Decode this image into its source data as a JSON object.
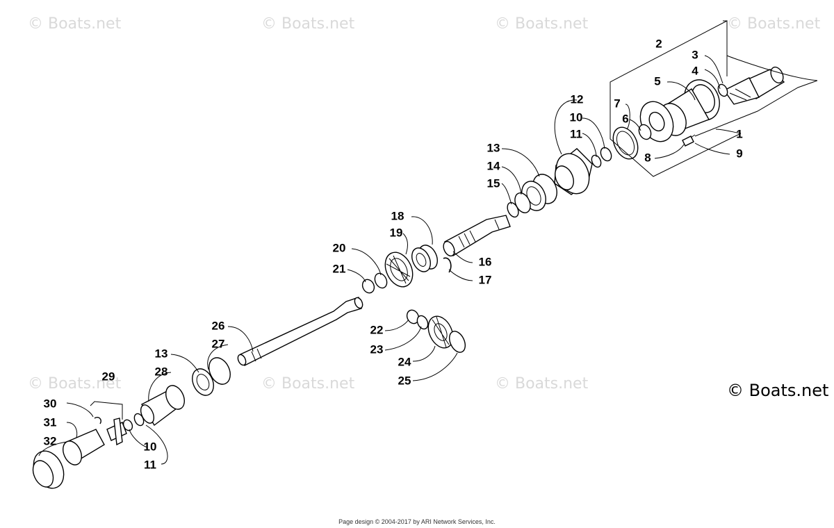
{
  "watermark": "© Boats.net",
  "copyright": "© Boats.net",
  "footer": "Page design © 2004-2017 by ARI Network Services, Inc.",
  "callouts": {
    "c1": "1",
    "c2": "2",
    "c3": "3",
    "c4": "4",
    "c5": "5",
    "c6": "6",
    "c7": "7",
    "c8": "8",
    "c9": "9",
    "c10a": "10",
    "c11a": "11",
    "c12": "12",
    "c13a": "13",
    "c14": "14",
    "c15": "15",
    "c16": "16",
    "c17": "17",
    "c18": "18",
    "c19": "19",
    "c20": "20",
    "c21": "21",
    "c22": "22",
    "c23": "23",
    "c24": "24",
    "c25": "25",
    "c26": "26",
    "c27": "27",
    "c13b": "13",
    "c28": "28",
    "c29": "29",
    "c30": "30",
    "c31": "31",
    "c32": "32",
    "c10b": "10",
    "c11b": "11"
  }
}
